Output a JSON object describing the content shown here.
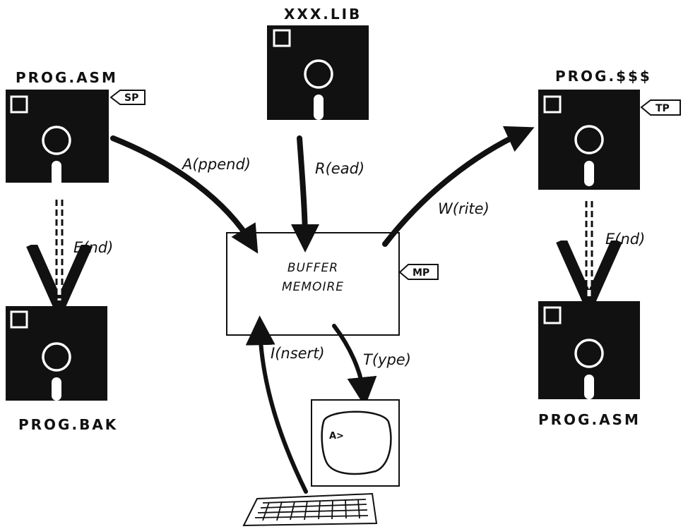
{
  "disks": {
    "prog_asm_top": {
      "label": "PROG.ASM",
      "tag": "SP"
    },
    "xxx_lib": {
      "label": "XXX.LIB"
    },
    "prog_dollar": {
      "label": "PROG.$$$",
      "tag": "TP"
    },
    "prog_bak": {
      "label": "PROG.BAK"
    },
    "prog_asm_bottom": {
      "label": "PROG.ASM"
    }
  },
  "buffer": {
    "line1": "BUFFER",
    "line2": "MEMOIRE",
    "tag": "MP"
  },
  "arrows": {
    "append": "A(ppend)",
    "read": "R(ead)",
    "write": "W(rite)",
    "end_left": "E(nd)",
    "end_right": "E(nd)",
    "insert": "I(nsert)",
    "type": "T(ype)"
  },
  "screen": {
    "prompt": "A>"
  },
  "colors": {
    "ink": "#111111",
    "paper": "#ffffff"
  }
}
